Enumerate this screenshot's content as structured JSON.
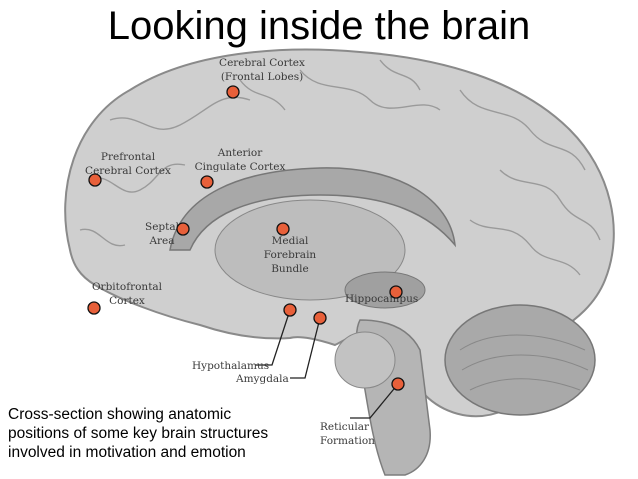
{
  "title": "Looking inside the brain",
  "caption": [
    "Cross-section showing anatomic",
    "positions of some key brain structures",
    "involved in motivation and emotion"
  ],
  "labels": {
    "cerebral_cortex": [
      "Cerebral Cortex",
      "(Frontal Lobes)"
    ],
    "anterior_cingulate": [
      "Anterior",
      "Cingulate Cortex"
    ],
    "prefrontal": [
      "Prefrontal",
      "Cerebral Cortex"
    ],
    "septal": [
      "Septal",
      "Area"
    ],
    "medial_forebrain": [
      "Medial",
      "Forebrain",
      "Bundle"
    ],
    "orbitofrontal": [
      "Orbitofrontal",
      "Cortex"
    ],
    "hippocampus": "Hippocampus",
    "hypothalamus": "Hypothalamus",
    "amygdala": "Amygdala",
    "reticular": [
      "Reticular",
      "Formation"
    ]
  },
  "colors": {
    "marker": "#e8603a",
    "brain": "#c9c9c9",
    "line": "#222222"
  }
}
